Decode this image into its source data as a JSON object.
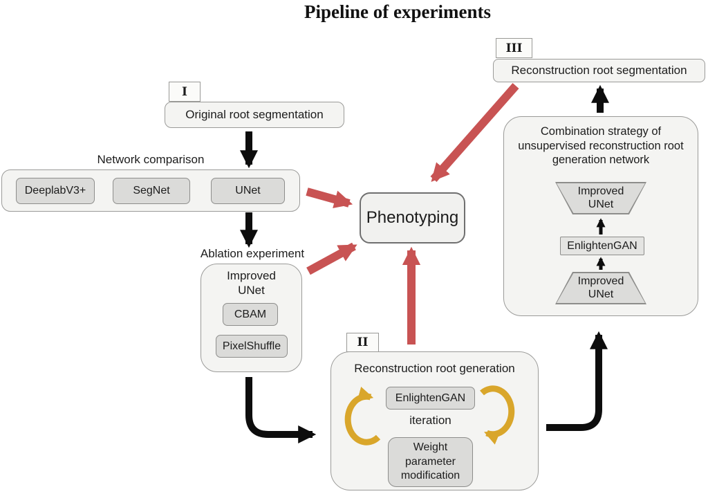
{
  "title": "Pipeline of experiments",
  "colors": {
    "red_arrow": "#c85353",
    "black_arrow": "#0d0d0d",
    "yellow_arrow": "#d9a62b",
    "box_fill_light": "#f4f4f2",
    "box_fill_gray": "#dbdbd9"
  },
  "stage1": {
    "numeral": "I",
    "box_label": "Original root segmentation"
  },
  "network_comparison": {
    "caption": "Network comparison",
    "items": [
      "DeeplabV3+",
      "SegNet",
      "UNet"
    ]
  },
  "ablation": {
    "caption": "Ablation experiment",
    "group_title": "Improved UNet",
    "items": [
      "CBAM",
      "PixelShuffle"
    ]
  },
  "phenotyping": {
    "label": "Phenotyping"
  },
  "stage2": {
    "numeral": "II",
    "group_title": "Reconstruction root generation",
    "top_box": "EnlightenGAN",
    "middle_label": "iteration",
    "bottom_box": "Weight parameter modification"
  },
  "stage3": {
    "numeral": "III",
    "box_label": "Reconstruction root segmentation",
    "combination": {
      "title": "Combination strategy of unsupervised reconstruction root generation network",
      "top_trapezoid": "Improved UNet",
      "middle_box": "EnlightenGAN",
      "bottom_trapezoid": "Improved UNet"
    }
  }
}
